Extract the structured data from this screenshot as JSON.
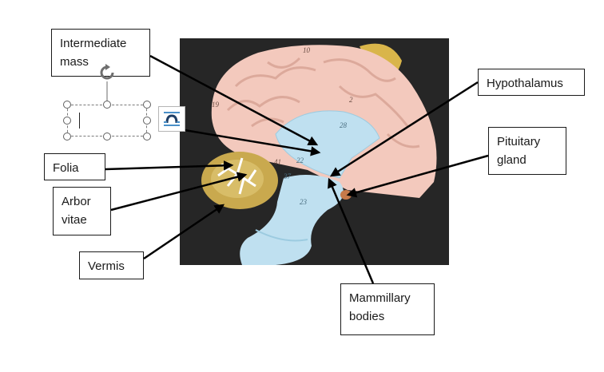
{
  "labels": {
    "intermediate_mass": "Intermediate\nmass",
    "hypothalamus": "Hypothalamus",
    "pituitary_gland": "Pituitary\ngland",
    "folia": "Folia",
    "arbor_vitae": "Arbor\nvitae",
    "vermis": "Vermis",
    "mammillary_bodies": "Mammillary\nbodies"
  },
  "model_numbers": {
    "n10": "10",
    "n19": "19",
    "n28": "28",
    "n22": "22",
    "n41": "41",
    "n37": "37",
    "n23": "23",
    "n2": "2"
  },
  "icons": {
    "rotate": "rotate-handle-icon",
    "wrap": "layout-options-icon"
  },
  "colors": {
    "cortex": "#f3c9bd",
    "ventricle": "#bfe0f0",
    "cerebellum": "#c9a94e",
    "background": "#262626"
  }
}
